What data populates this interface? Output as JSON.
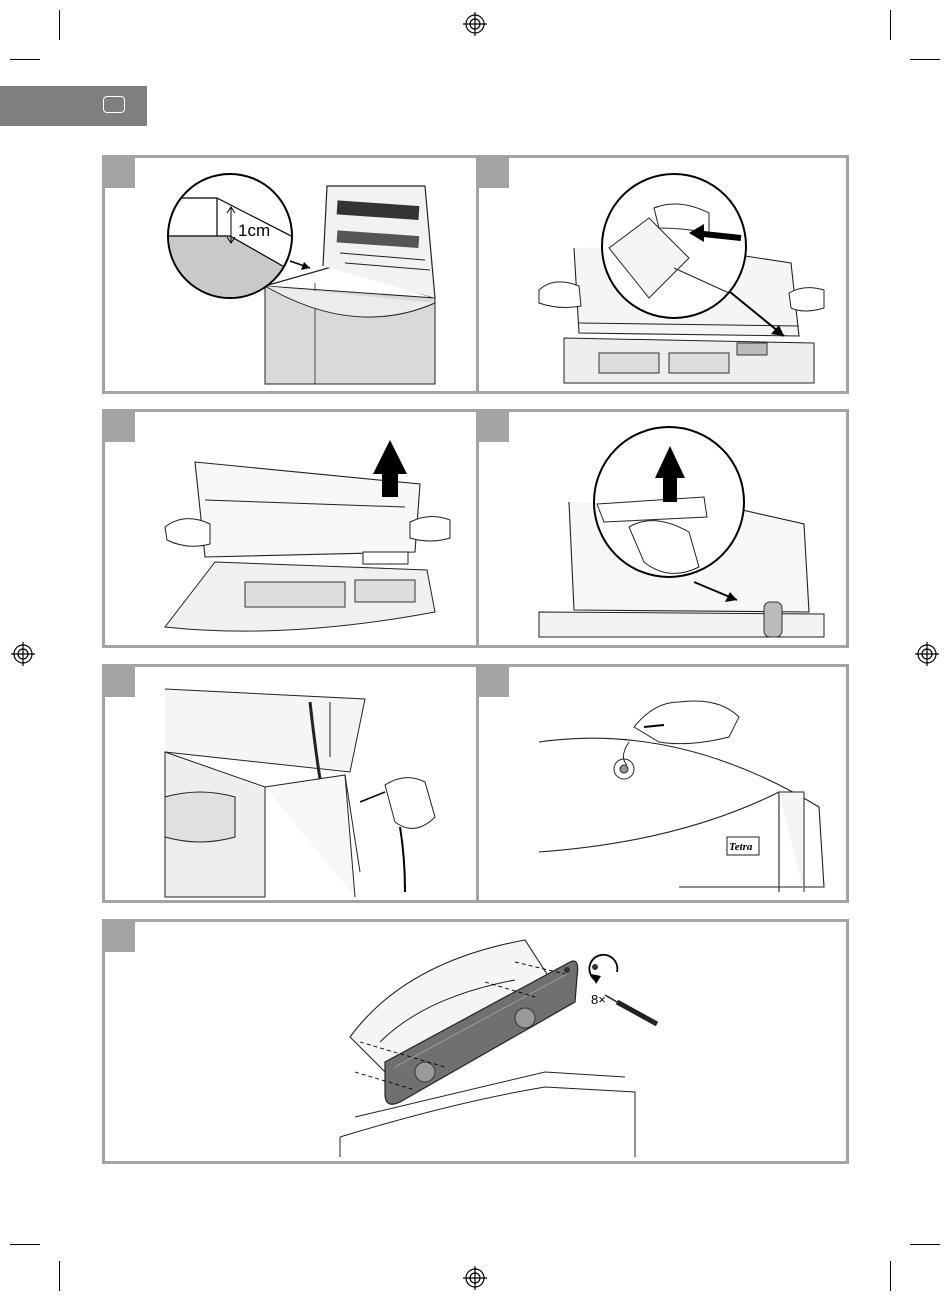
{
  "figure1": {
    "measure_label": "1cm"
  },
  "figure6": {
    "logo_text": "Tetra"
  },
  "figure7": {
    "screws_label": "8×"
  }
}
